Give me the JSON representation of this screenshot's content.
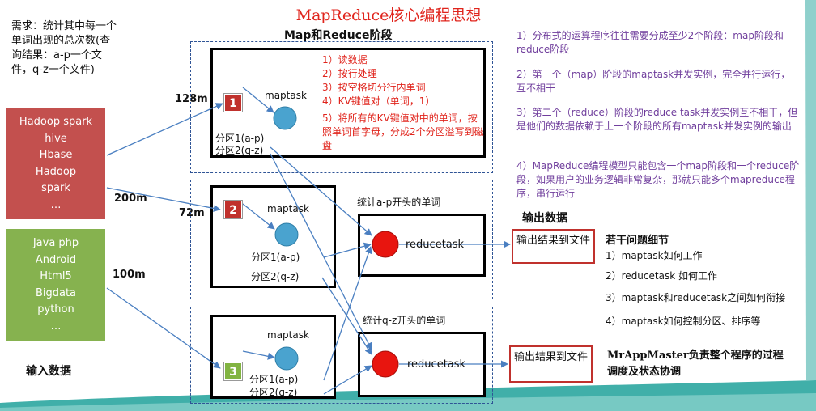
{
  "title": "MapReduce核心编程思想",
  "requirement": "需求：统计其中每一个单词出现的总次数(查询结果：a-p一个文件，q-z一个文件)",
  "input": {
    "red_items": [
      "Hadoop spark",
      "hive",
      "Hbase",
      "Hadoop",
      "spark",
      "…"
    ],
    "green_items": [
      "Java php",
      "Android",
      "Html5",
      "Bigdata",
      "python",
      "…"
    ],
    "label": "输入数据",
    "sizes": [
      "128m",
      "200m",
      "72m",
      "100m"
    ]
  },
  "map_stage": {
    "title": "Map和Reduce阶段",
    "task_label": "maptask",
    "numbers": [
      "1",
      "2",
      "3"
    ],
    "partition1": "分区1(a-p)",
    "partition2": "分区2(q-z)",
    "steps": [
      "1）读数据",
      "2）按行处理",
      "3）按空格切分行内单词",
      "4）KV键值对（单词，1）",
      "5）将所有的KV键值对中的单词，按照单词首字母，分成2个分区溢写到磁盘"
    ]
  },
  "reduce_stage": {
    "label_ap": "统计a-p开头的单词",
    "label_qz": "统计q-z开头的单词",
    "task_label": "reducetask"
  },
  "output": {
    "header": "输出数据",
    "box_label": "输出结果到文件"
  },
  "notes": [
    "1）分布式的运算程序往往需要分成至少2个阶段：map阶段和reduce阶段",
    "2）第一个（map）阶段的maptask并发实例，完全并行运行，互不相干",
    "3）第二个（reduce）阶段的reduce task并发实例互不相干，但是他们的数据依赖于上一个阶段的所有maptask并发实例的输出",
    "4）MapReduce编程模型只能包含一个map阶段和一个reduce阶段，如果用户的业务逻辑非常复杂，那就只能多个mapreduce程序，串行运行"
  ],
  "issues": {
    "title": "若干问题细节",
    "items": [
      "1）maptask如何工作",
      "2）reducetask 如何工作",
      "3）maptask和reducetask之间如何衔接",
      "4）maptask如何控制分区、排序等"
    ]
  },
  "master_note": "MrAppMaster负责整个程序的过程调度及状态协调",
  "colors": {
    "title_red": "#e0241c",
    "input_red": "#c3504e",
    "input_green": "#86b24f",
    "circle_blue": "#4aa3cf",
    "circle_red": "#e8150f",
    "note_purple": "#6f3d9c"
  }
}
